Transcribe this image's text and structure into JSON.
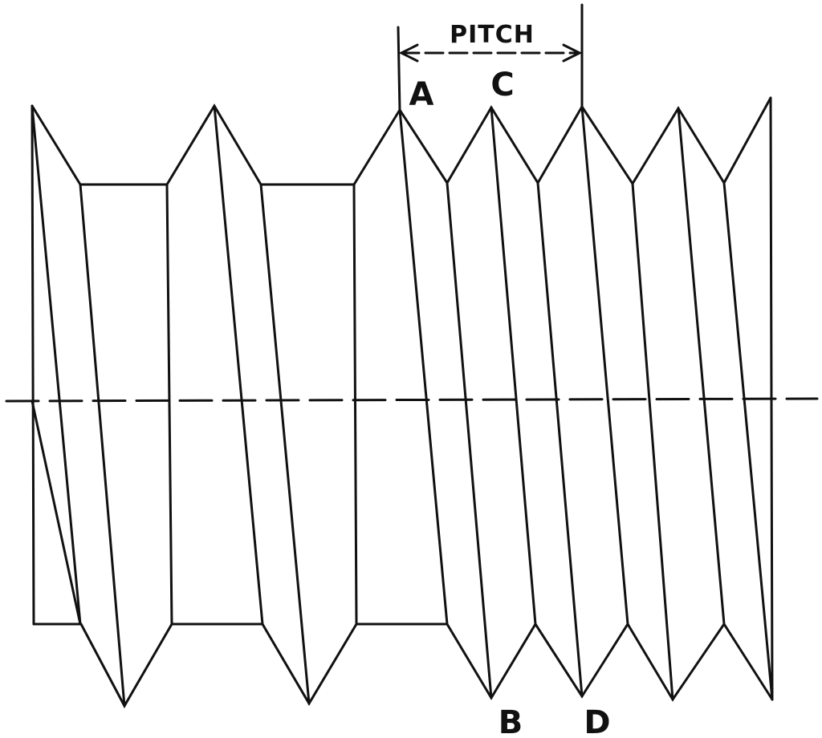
{
  "labels": {
    "pitch": "PITCH",
    "a": "A",
    "b": "B",
    "c": "C",
    "d": "D"
  },
  "colors": {
    "line": "#111111",
    "background": "#ffffff"
  }
}
